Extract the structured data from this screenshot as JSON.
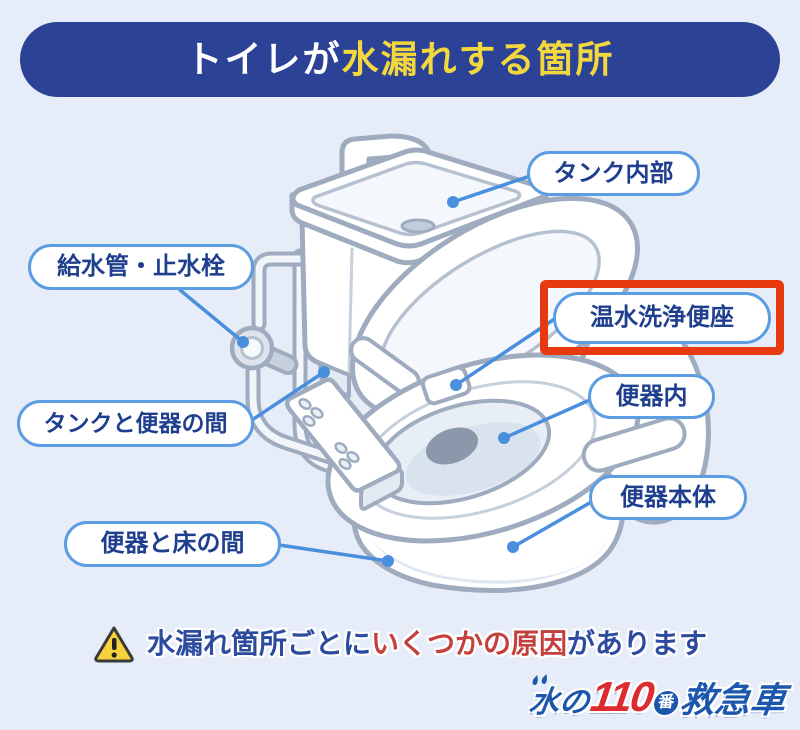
{
  "header": {
    "title_white": "トイレが",
    "title_yellow": "水漏れする箇所"
  },
  "labels": {
    "tank_inside": "タンク内部",
    "supply_pipe_stop_valve": "給水管・止水栓",
    "washlet_seat": "温水洗浄便座",
    "tank_bowl_gap": "タンクと便器の間",
    "bowl_inside": "便器内",
    "bowl_body": "便器本体",
    "bowl_floor_gap": "便器と床の間"
  },
  "footer": {
    "warning_prefix": "水漏れ箇所ごとに",
    "warning_highlight": "いくつかの原因",
    "warning_suffix": "があります",
    "warning_icon": "warning-triangle"
  },
  "logo": {
    "part_water": "水の",
    "part_number": "110",
    "part_ban": "番",
    "part_rescue": "救急車"
  },
  "colors": {
    "background": "#e7edf8",
    "header_bg": "#2b4296",
    "header_yellow": "#f2d73e",
    "label_border": "#5b9ce2",
    "label_text": "#1f3f8e",
    "leader_line": "#4a8ede",
    "highlight_box_red": "#e73a10",
    "warning_navy": "#2c4a9e",
    "warning_red": "#c4403c",
    "logo_blue": "#1c57ae",
    "logo_red": "#dc2b31",
    "illustration_outline": "#9fabbe"
  }
}
